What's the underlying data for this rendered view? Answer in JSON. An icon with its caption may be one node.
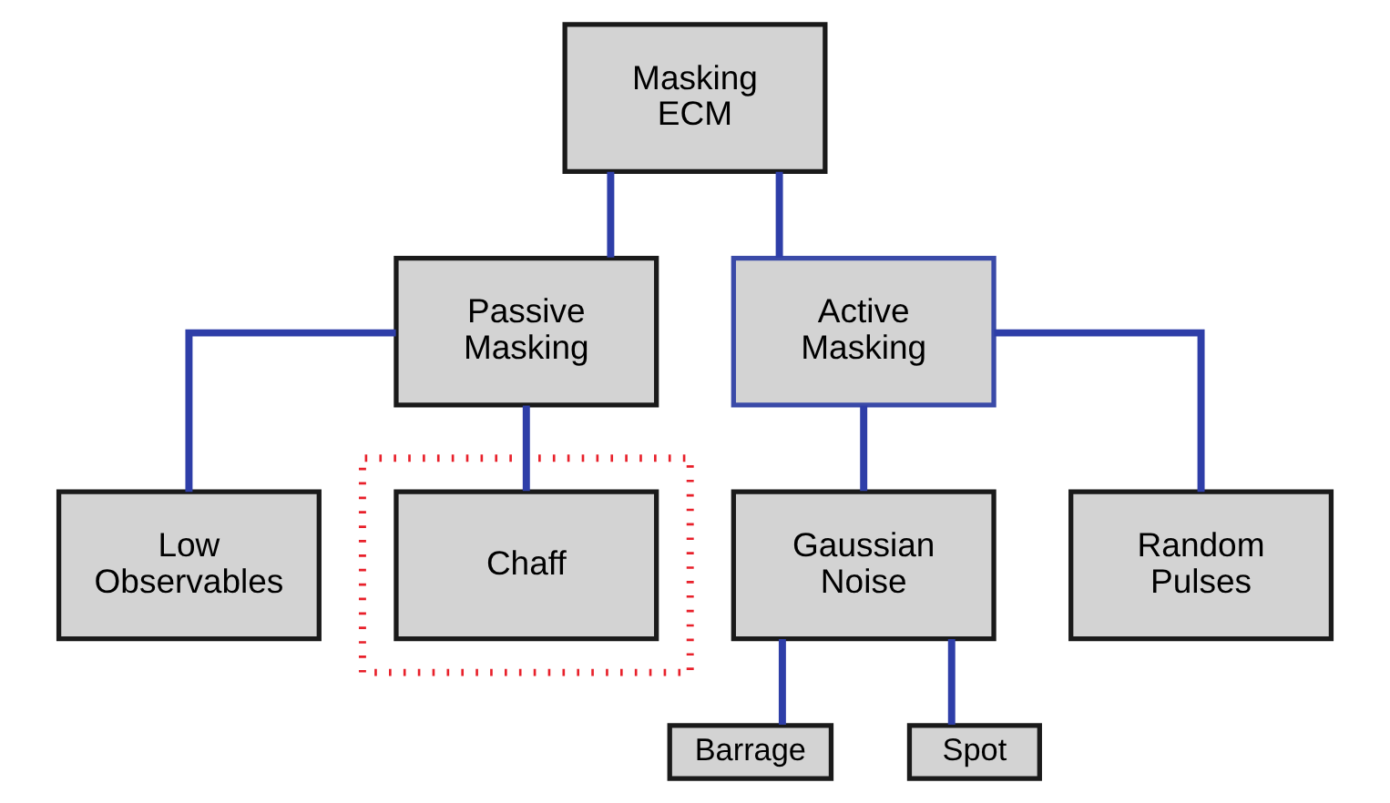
{
  "diagram": {
    "nodes": [
      {
        "text": [
          "Masking ECM"
        ]
      },
      {
        "text": [
          "Passive Masking"
        ]
      },
      {
        "text": [
          "Active Masking"
        ]
      },
      {
        "text": [
          "Low Observables"
        ]
      },
      {
        "text": [],
        "shape": "box"
      },
      {
        "text": [
          "Chaff"
        ],
        "in": 4
      },
      {
        "text": [
          "Gaussian Noise"
        ]
      },
      {
        "text": [
          "Random Pulses"
        ]
      },
      {
        "text": [
          "Barrage"
        ]
      },
      {
        "text": [
          "Spot"
        ]
      }
    ],
    "edges": [
      {
        "from": 0,
        "to": 1,
        "arrow": "none"
      },
      {
        "from": 0,
        "to": 2,
        "arrow": "none"
      },
      {
        "from": 1,
        "to": 3,
        "arrow": "none"
      },
      {
        "from": 1,
        "to": 5,
        "arrow": "none"
      },
      {
        "from": 2,
        "to": 6,
        "arrow": "none"
      },
      {
        "from": 2,
        "to": 7,
        "arrow": "none"
      },
      {
        "from": 6,
        "to": 8,
        "arrow": "none"
      },
      {
        "from": 6,
        "to": 9,
        "arrow": "none"
      }
    ]
  }
}
